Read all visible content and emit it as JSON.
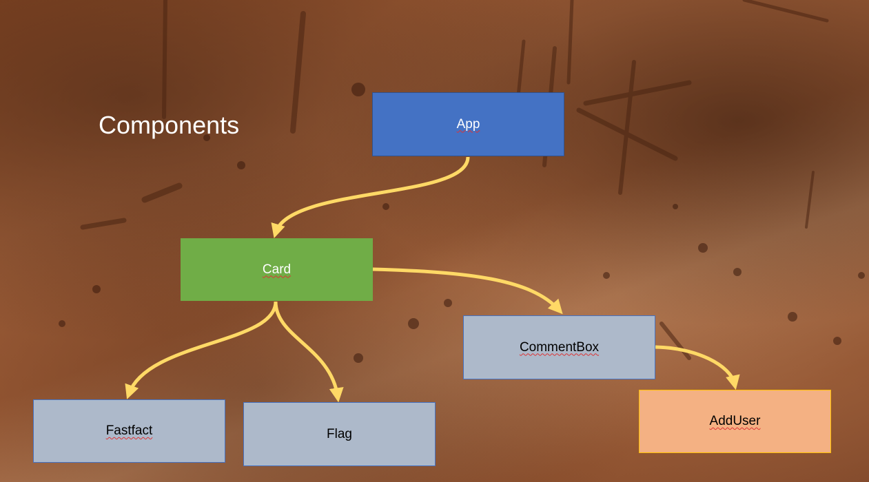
{
  "title": "Components",
  "nodes": {
    "app": {
      "label": "App",
      "fill": "#4472c4",
      "text_color": "#ffffff",
      "border": "#2f528f",
      "spellcheck": true
    },
    "card": {
      "label": "Card",
      "fill": "#70ad47",
      "text_color": "#ffffff",
      "border": "#70ad47",
      "spellcheck": true
    },
    "commentbox": {
      "label": "CommentBox",
      "fill": "#adb9ca",
      "text_color": "#000000",
      "border": "#4472c4",
      "spellcheck": true
    },
    "fastfact": {
      "label": "Fastfact",
      "fill": "#adb9ca",
      "text_color": "#000000",
      "border": "#4472c4",
      "spellcheck": true
    },
    "flag": {
      "label": "Flag",
      "fill": "#adb9ca",
      "text_color": "#000000",
      "border": "#4472c4",
      "spellcheck": false
    },
    "adduser": {
      "label": "AddUser",
      "fill": "#f4b183",
      "text_color": "#000000",
      "border": "#ffc000",
      "spellcheck": true
    }
  },
  "edges": [
    {
      "from": "app",
      "to": "card"
    },
    {
      "from": "card",
      "to": "commentbox"
    },
    {
      "from": "card",
      "to": "fastfact"
    },
    {
      "from": "card",
      "to": "flag"
    },
    {
      "from": "commentbox",
      "to": "adduser"
    }
  ],
  "colors": {
    "connector": "#ffd966",
    "title": "#ffffff"
  }
}
